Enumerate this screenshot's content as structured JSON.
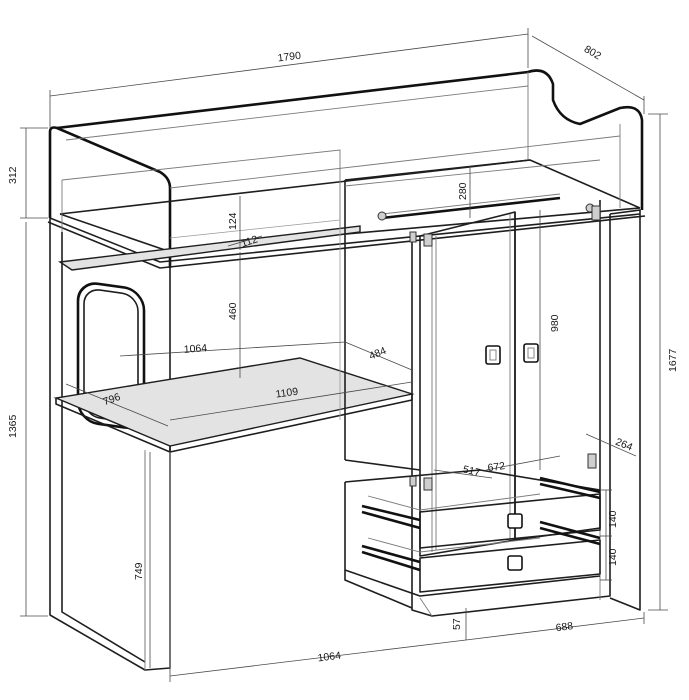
{
  "dimensions": {
    "total_length": "1790",
    "total_depth": "802",
    "guard_rail_height": "312",
    "lower_height": "1365",
    "total_height": "1677",
    "desk_height": "749",
    "under_bed_width": "1064",
    "bottom_width": "1064",
    "wardrobe_width": "688",
    "drawer_base": "57",
    "drawer_height_upper": "140",
    "drawer_height_lower": "140",
    "shelf_height": "124",
    "shelf_depth": "112",
    "desk_clearance": "460",
    "desk_top_depth": "484",
    "desk_top_length": "1109",
    "desk_depth": "796",
    "wardrobe_internal_width": "672",
    "drawer_depth": "517",
    "wardrobe_shelf_height": "280",
    "wardrobe_door_height": "980",
    "wardrobe_side_depth": "264"
  }
}
